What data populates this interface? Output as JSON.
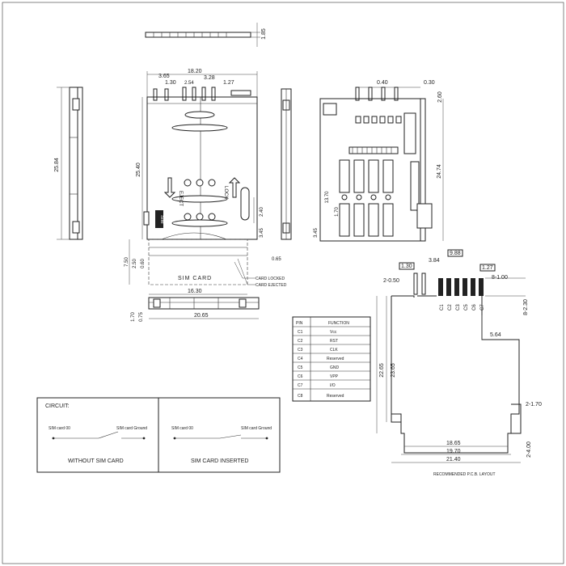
{
  "top_view": {
    "height_dim": "1.85"
  },
  "front_view": {
    "dims": {
      "width_top": "18.20",
      "d_3_65": "3.65",
      "d_1_30": "1.30",
      "d_2_54": "2.54",
      "d_3_28": "3.28",
      "d_1_27": "1.27",
      "height_total": "25.84",
      "height_inner": "25.40",
      "d_2_40": "2.40",
      "d_3_45": "3.45",
      "d_7_50": "7.50",
      "d_2_50": "2.50",
      "d_0_60": "0.60",
      "d_0_65": "0.65",
      "width_bottom": "16.30"
    },
    "labels": {
      "sim_card": "SIM CARD",
      "card_locked": "CARD LOCKED",
      "card_ejected": "CARD EJECTED",
      "lock_word": "LOCK",
      "eject_word": "EJECT",
      "sim_badge": "SIM"
    }
  },
  "bottom_view": {
    "d_1_70": "1.70",
    "d_0_75": "0.75",
    "width": "20.65"
  },
  "side_view": {
    "d_0_40": "0.40",
    "d_0_30": "0.30",
    "d_2_60": "2.60",
    "d_24_74": "24.74",
    "d_13_70": "13.70",
    "d_1_70": "1.70",
    "d_3_45": "3.45"
  },
  "footprint": {
    "d_9_88": "9.88",
    "d_1_30": "1.30",
    "d_3_84": "3.84",
    "d_1_27": "1.27",
    "d_2_0_50": "2-0.50",
    "d_8_1_00": "8-1.00",
    "d_8_2_30": "8-2.30",
    "d_5_64": "5.64",
    "d_22_65": "22.65",
    "d_23_65": "23.65",
    "d_2_1_70": "2-1.70",
    "d_18_65": "18.65",
    "d_19_70": "19.70",
    "d_21_40": "21.40",
    "d_2_4_00": "2-4.00",
    "pin_labels": [
      "C1",
      "C2",
      "C3",
      "C5",
      "C6",
      "C7"
    ],
    "caption": "RECOMMENDED P.C.B. LAYOUT"
  },
  "pin_table": {
    "headers": [
      "PIN",
      "FUNCTION"
    ],
    "rows": [
      [
        "C1",
        "Vcc"
      ],
      [
        "C2",
        "RST"
      ],
      [
        "C3",
        "CLK"
      ],
      [
        "C4",
        "Reserved"
      ],
      [
        "C5",
        "GND"
      ],
      [
        "C6",
        "VPP"
      ],
      [
        "C7",
        "I/O"
      ],
      [
        "C8",
        "Reserved"
      ]
    ]
  },
  "circuit": {
    "title": "CIRCUIT:",
    "left": {
      "sw_a": "SIM card 00",
      "sw_b": "SIM card Ground",
      "caption": "WITHOUT SIM CARD"
    },
    "right": {
      "sw_a": "SIM card 00",
      "sw_b": "SIM card Ground",
      "caption": "SIM CARD INSERTED"
    }
  }
}
